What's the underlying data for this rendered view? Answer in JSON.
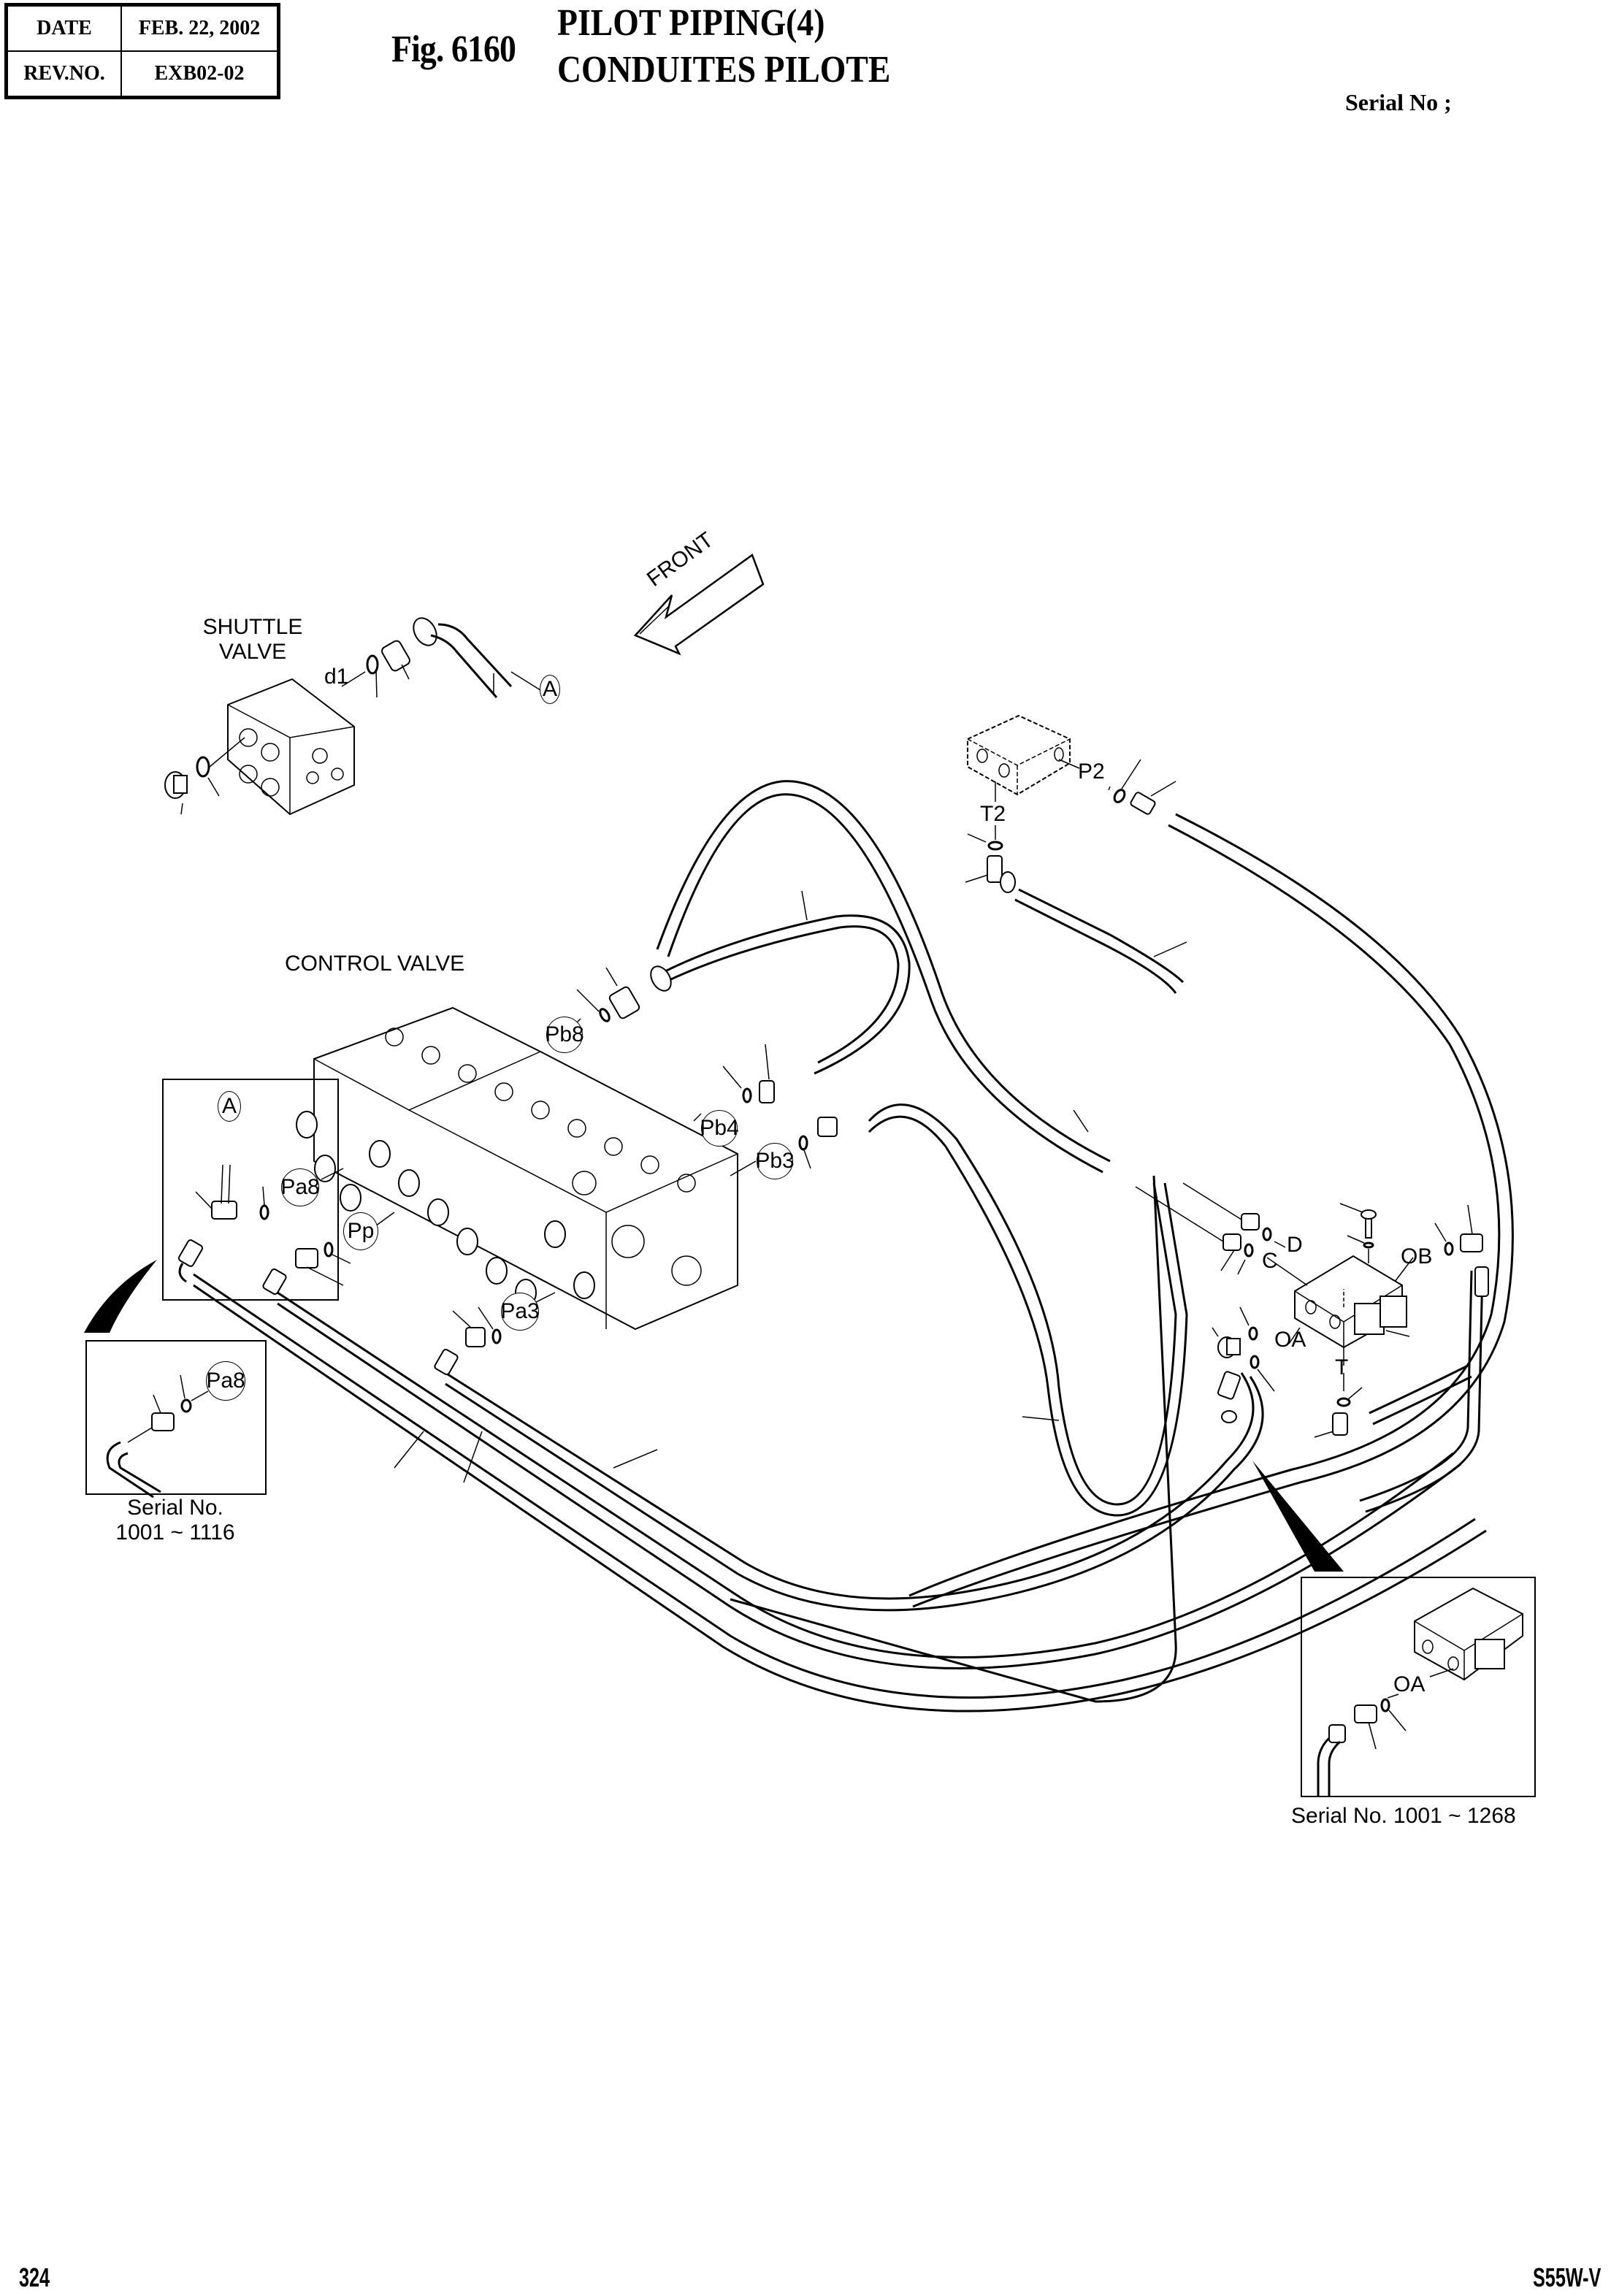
{
  "header": {
    "date_label": "DATE",
    "date_value": "FEB. 22, 2002",
    "rev_label": "REV.NO.",
    "rev_value": "EXB02-02",
    "figure_number": "Fig. 6160",
    "title_en": "PILOT PIPING(4)",
    "title_fr": "CONDUITES PILOTE",
    "serial_label": "Serial No ;"
  },
  "diagram": {
    "front_arrow": "FRONT",
    "components": {
      "shuttle_valve": "SHUTTLE\nVALVE",
      "shuttle_valve_line1": "SHUTTLE",
      "shuttle_valve_line2": "VALVE",
      "control_valve": "CONTROL VALVE"
    },
    "port_labels": {
      "d1": "d1",
      "A_top": "A",
      "A_inset": "A",
      "P2": "P2",
      "T2": "T2",
      "Pb8": "Pb8",
      "Pb4": "Pb4",
      "Pb3": "Pb3",
      "Pa8": "Pa8",
      "Pp": "Pp",
      "Pa3": "Pa3",
      "D": "D",
      "C": "C",
      "OB": "OB",
      "OA": "OA",
      "T": "T"
    },
    "insets": [
      {
        "id": "inset-left",
        "port_label": "Pa8",
        "caption_line1": "Serial No.",
        "caption_line2": "1001 ~ 1116"
      },
      {
        "id": "inset-right",
        "port_label": "OA",
        "caption": "Serial No. 1001 ~ 1268"
      }
    ]
  },
  "footer": {
    "page_number": "324",
    "model": "S55W-V"
  }
}
